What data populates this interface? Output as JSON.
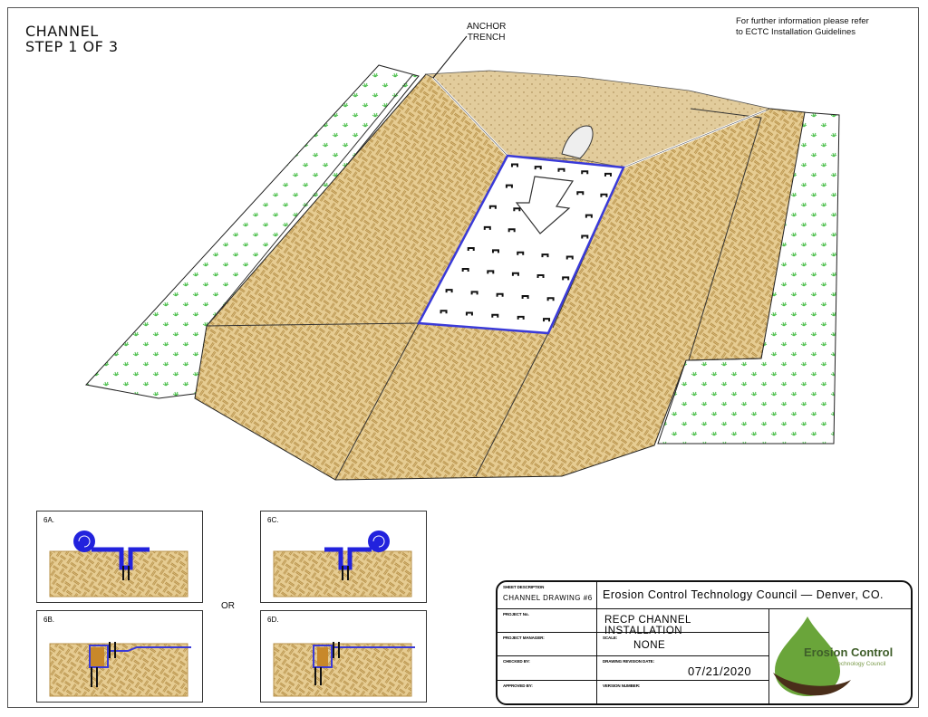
{
  "drawing": {
    "title_line1": "CHANNEL",
    "title_line2": "STEP 1 OF 3",
    "note_line1": "For further information please refer",
    "note_line2": "to ECTC Installation Guidelines",
    "callout_line1": "ANCHOR",
    "callout_line2": "TRENCH"
  },
  "details": [
    {
      "label": "6A."
    },
    {
      "label": "6B."
    },
    {
      "label": "6C."
    },
    {
      "label": "6D."
    }
  ],
  "or_label": "OR",
  "title_block": {
    "sheet_description_label": "SHEET DESCRIPTION",
    "sheet_description": "CHANNEL DRAWING #6",
    "organization": "Erosion Control Technology Council — Denver, CO.",
    "project_no_label": "PROJECT No.",
    "project_name": "RECP CHANNEL INSTALLATION",
    "project_manager_label": "PROJECT MANAGER:",
    "scale_label": "SCALE:",
    "scale": "NONE",
    "checked_by_label": "CHECKED BY:",
    "revision_date_label": "DRAWING REVISION DATE:",
    "revision_date": "07/21/2020",
    "approved_by_label": "APPROVED BY:",
    "version_label": "VERSION NUMBER:",
    "logo_text1": "Erosion Control",
    "logo_text2": "Technology Council"
  },
  "colors": {
    "soil": "#e3c98f",
    "soil_line": "#b8924a",
    "grass_mark": "#4cc04c",
    "blanket_outline": "#3a3ad8",
    "blanket_roll": "#2222dd",
    "logo_green": "#6aa53a",
    "logo_brown": "#4a2e1a"
  }
}
